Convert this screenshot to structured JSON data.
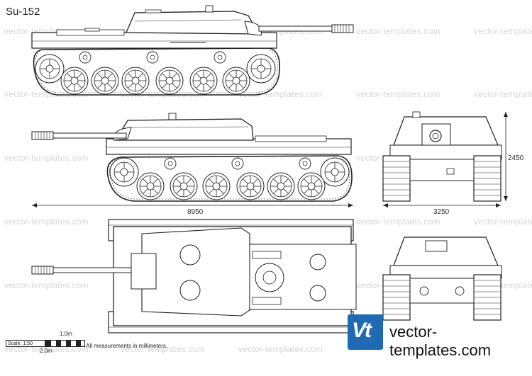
{
  "title": "Su-152",
  "watermark": "vector-templates.com",
  "dimensions": {
    "length": "8950",
    "width": "3250",
    "height": "2450"
  },
  "scale": {
    "label": "Scale: 1:50",
    "top_mark": "1.0m",
    "bottom_mark": "2.0m"
  },
  "note": "All measurements in millimeters.",
  "brand": {
    "logo_letters": "Vt",
    "site": "vector-templates.com",
    "color": "#1f6ab3"
  }
}
